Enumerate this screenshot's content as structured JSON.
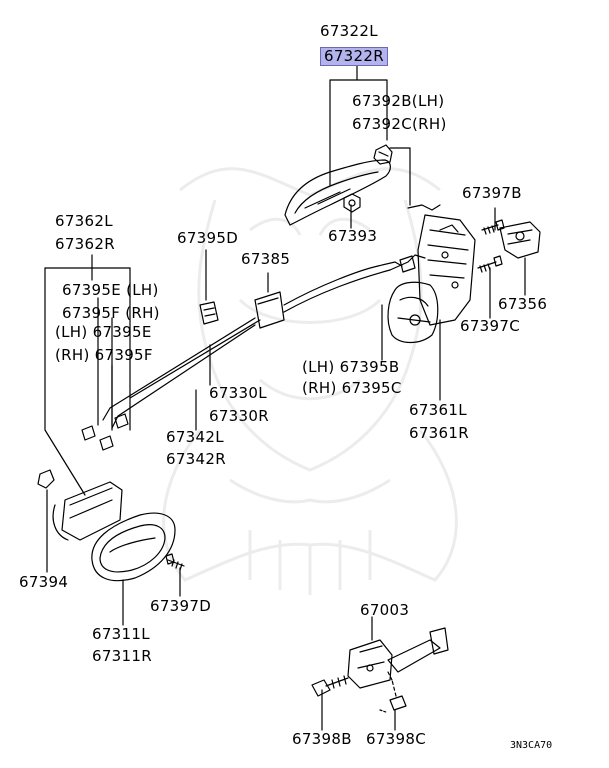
{
  "diagram": {
    "code": "3N3CA70",
    "highlight_color": "#b3b3ee",
    "line_color": "#000000",
    "watermark_icon": "samurai-mask-icon",
    "labels": {
      "p67322L": "67322L",
      "p67322R": "67322R",
      "p67392B": "67392B(LH)",
      "p67392C": "67392C(RH)",
      "p67397B": "67397B",
      "p67362L": "67362L",
      "p67362R": "67362R",
      "p67395D": "67395D",
      "p67393": "67393",
      "p67385": "67385",
      "p67356": "67356",
      "p67395E_lh": "67395E (LH)",
      "p67395F_rh": "67395F (RH)",
      "p67395E_l2": "(LH) 67395E",
      "p67395F_r2": "(RH) 67395F",
      "p67397C": "67397C",
      "p67395B": "(LH) 67395B",
      "p67395C": "(RH) 67395C",
      "p67330L": "67330L",
      "p67330R": "67330R",
      "p67361L": "67361L",
      "p67361R": "67361R",
      "p67342L": "67342L",
      "p67342R": "67342R",
      "p67394": "67394",
      "p67397D": "67397D",
      "p67311L": "67311L",
      "p67311R": "67311R",
      "p67003": "67003",
      "p67398B": "67398B",
      "p67398C": "67398C"
    }
  }
}
